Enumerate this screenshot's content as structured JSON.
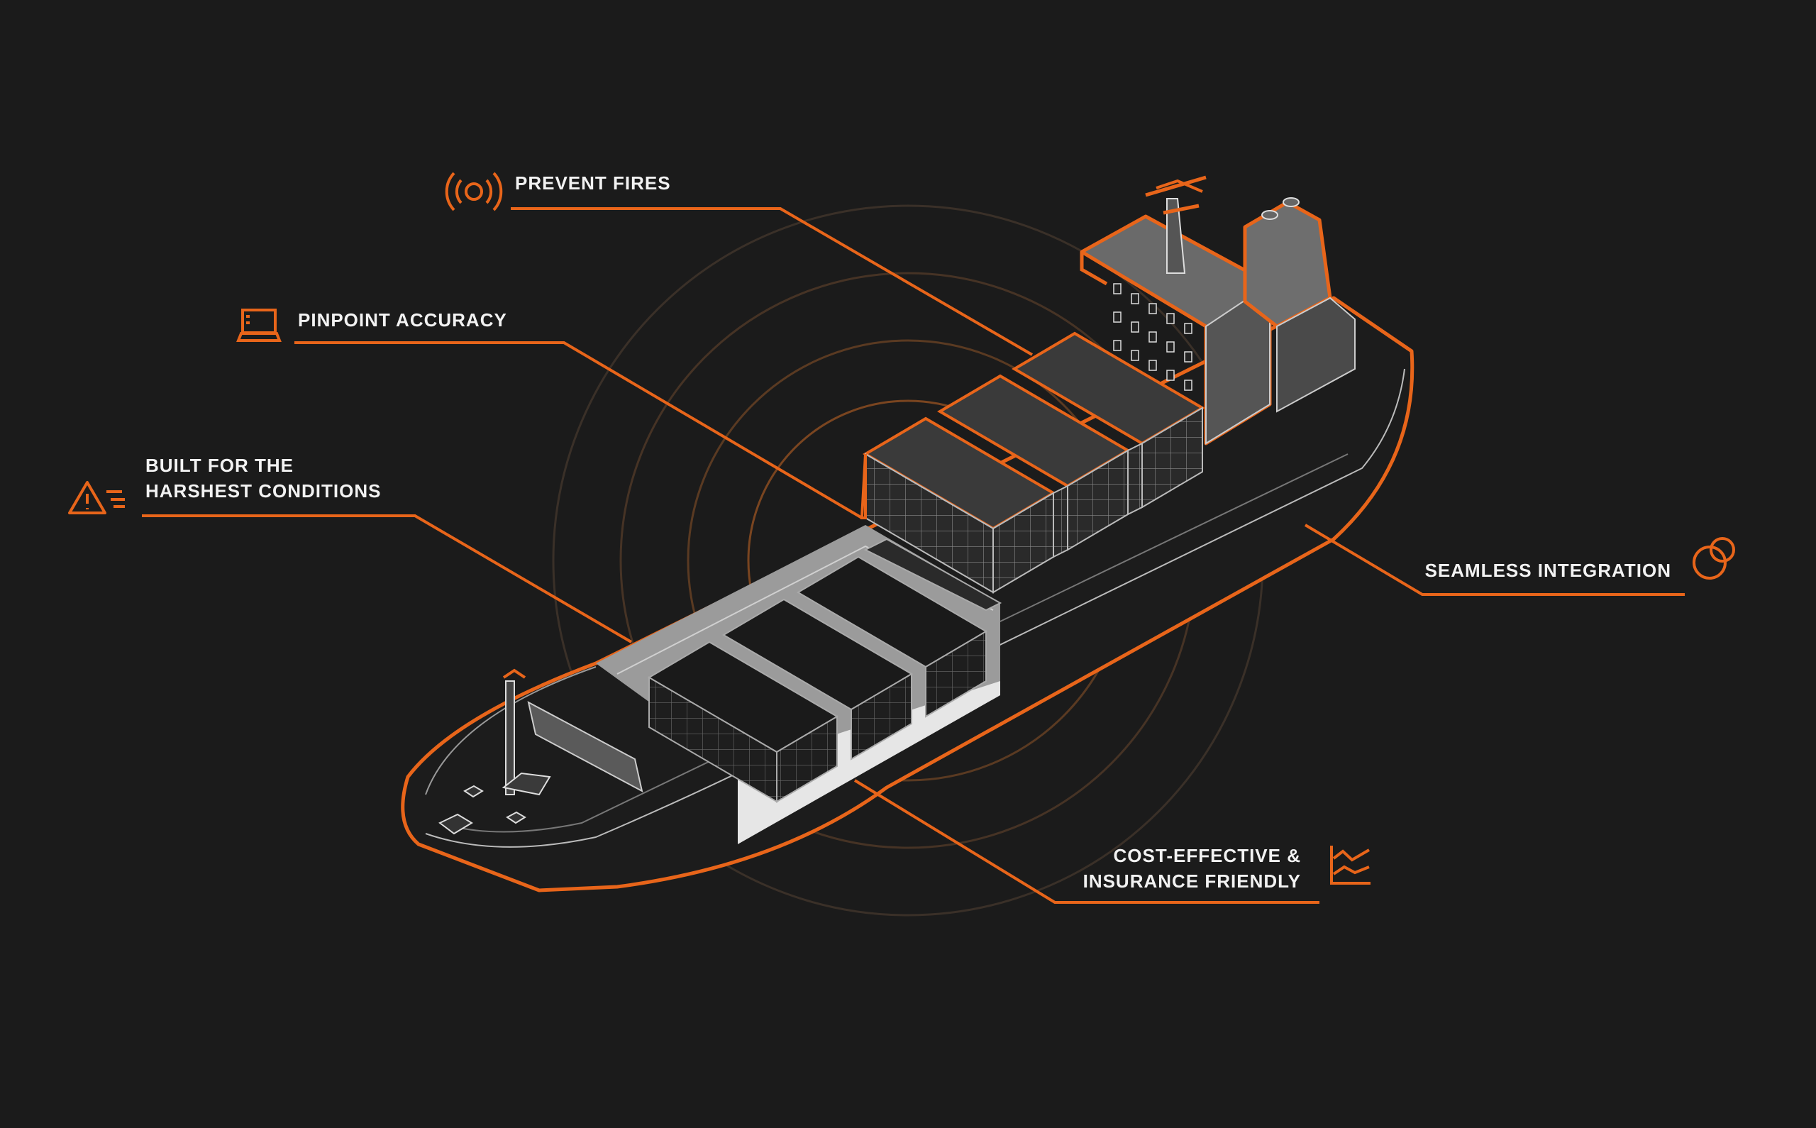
{
  "colors": {
    "background": "#1b1b1b",
    "accent": "#e8651a",
    "text": "#f2f2f2"
  },
  "features": [
    {
      "id": "prevent-fires",
      "lines": [
        "PREVENT FIRES"
      ],
      "icon": "sensor-waves-icon"
    },
    {
      "id": "pinpoint-accuracy",
      "lines": [
        "PINPOINT ACCURACY"
      ],
      "icon": "laptop-icon"
    },
    {
      "id": "harsh-conditions",
      "lines": [
        "BUILT FOR THE",
        "HARSHEST CONDITIONS"
      ],
      "icon": "warning-icon"
    },
    {
      "id": "seamless-integration",
      "lines": [
        "SEAMLESS INTEGRATION"
      ],
      "icon": "linked-circles-icon"
    },
    {
      "id": "cost-effective",
      "lines": [
        "COST-EFFECTIVE &",
        "INSURANCE FRIENDLY"
      ],
      "icon": "chart-icon"
    }
  ]
}
